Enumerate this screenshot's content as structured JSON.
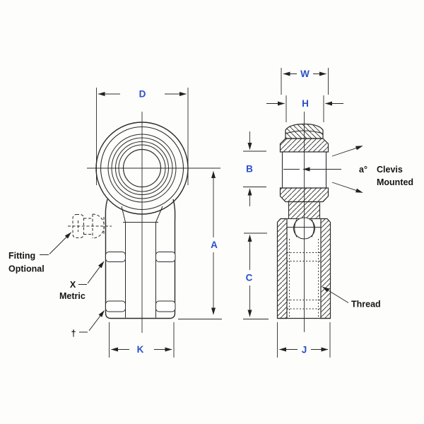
{
  "diagram": {
    "background": "#fdfdfb",
    "line_color": "#2b2b2b",
    "dim_color": "#2a50c8",
    "label_color": "#151515",
    "front_view": {
      "dim_d": "D",
      "dim_a": "A",
      "dim_k": "K",
      "fitting_label_line1": "Fitting",
      "fitting_label_line2": "Optional",
      "x_label": "X",
      "metric_label": "Metric",
      "dagger_label": "†"
    },
    "section_view": {
      "dim_w": "W",
      "dim_h": "H",
      "dim_b": "B",
      "dim_c": "C",
      "dim_j": "J",
      "angle_label": "a°",
      "clevis_label_line1": "Clevis",
      "clevis_label_line2": "Mounted",
      "thread_label": "Thread"
    }
  }
}
